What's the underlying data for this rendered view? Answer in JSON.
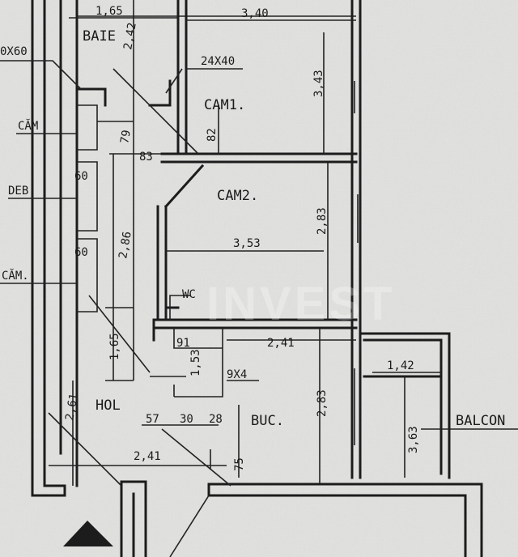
{
  "plan": {
    "rooms": {
      "baie": "BAIE",
      "cam1": "CAM1.",
      "cam2": "CAM2.",
      "hol": "HOL",
      "buc": "BUC.",
      "balcon": "BALCON",
      "cam_small_1": "CĂM",
      "deb": "DEB.",
      "cam_small_2": "CĂM.",
      "wc": "WC"
    },
    "dimensions": {
      "d_165_top": "1,65",
      "d_340": "3,40",
      "d_242": "2,42",
      "d_60x60": "0X60",
      "d_24x40": "24X40",
      "d_343": "3,43",
      "d_82": "82",
      "d_83": "83",
      "d_79": "79",
      "d_283_cam2": "2,83",
      "d_353": "3,53",
      "d_286": "2,86",
      "d_60a": "60",
      "d_60b": "60",
      "d_165_hol": "1,65",
      "d_91": "91",
      "d_241_top": "2,41",
      "d_153": "1,53",
      "d_9x4": "9X4",
      "d_283_buc": "2,83",
      "d_142": "1,42",
      "d_363": "3,63",
      "d_261": "2,61",
      "d_57": "57",
      "d_30": "30",
      "d_28": "28",
      "d_241_bottom": "2,41",
      "d_75": "75"
    },
    "watermark": "INVEST"
  }
}
